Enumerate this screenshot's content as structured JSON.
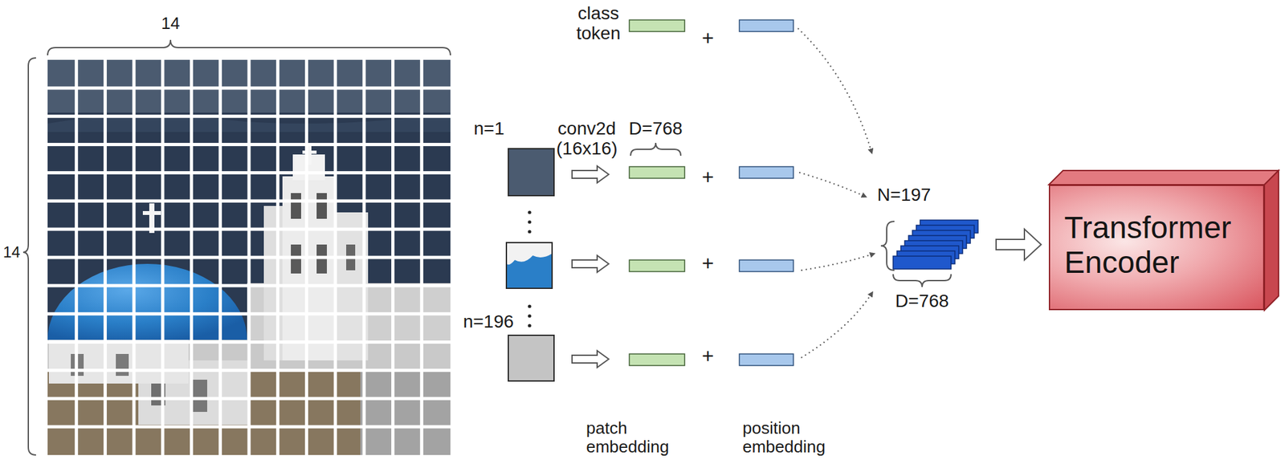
{
  "diagram": {
    "nodes": [
      {
        "text": [
          "Transformer Encoder"
        ]
      }
    ],
    "labels": [
      "14",
      "14",
      "class token",
      "+",
      "n=1",
      "conv2d (16x16)",
      "D=768",
      "+",
      "+",
      "n=196",
      "+",
      "N=197",
      "D=768",
      "patch embedding",
      "position embedding"
    ]
  }
}
